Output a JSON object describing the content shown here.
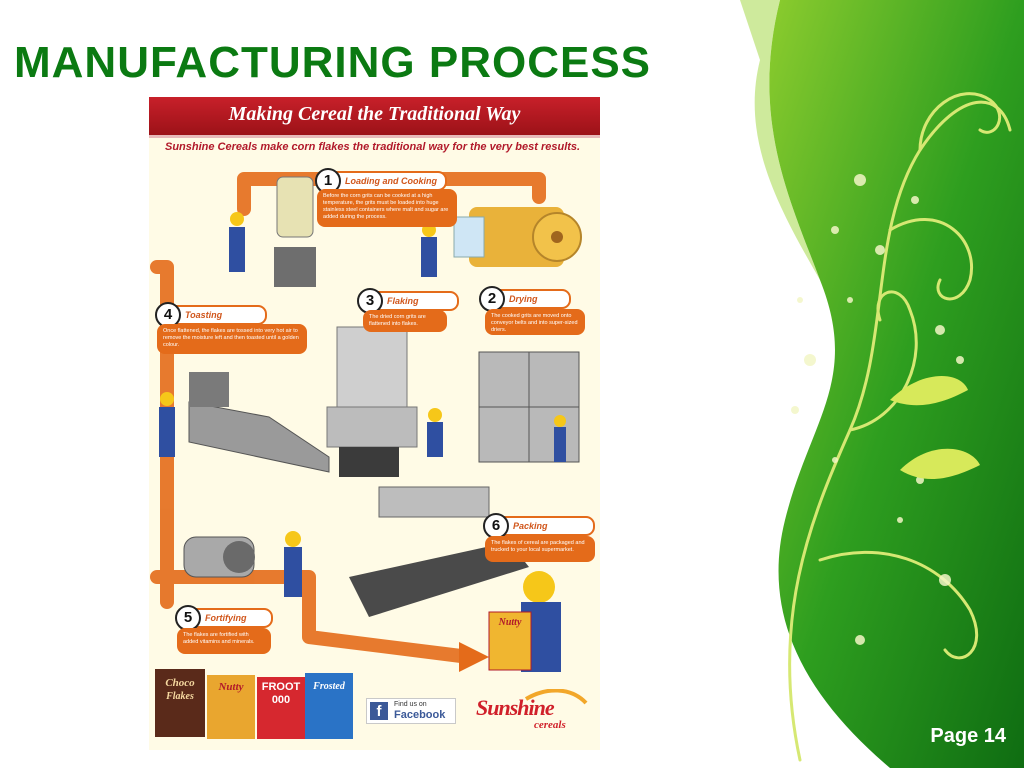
{
  "slide": {
    "title": "MANUFACTURING PROCESS",
    "page_label": "Page 14"
  },
  "poster": {
    "heading": "Making Cereal the Traditional Way",
    "subheading": "Sunshine Cereals make corn flakes the traditional way for the very best results.",
    "steps": [
      {
        "number": "1",
        "label": "Loading and Cooking",
        "text": "Before the corn grits can be cooked at a high temperature, the grits must be loaded into huge stainless steel containers where malt and sugar are added during the process."
      },
      {
        "number": "2",
        "label": "Drying",
        "text": "The cooked grits are moved onto conveyor belts and into super-sized driers."
      },
      {
        "number": "3",
        "label": "Flaking",
        "text": "The dried corn grits are flattened into flakes."
      },
      {
        "number": "4",
        "label": "Toasting",
        "text": "Once flattened, the flakes are tossed into very hot air to remove the moisture left and then toasted until a golden colour."
      },
      {
        "number": "5",
        "label": "Fortifying",
        "text": "The flakes are fortified with added vitamins and minerals."
      },
      {
        "number": "6",
        "label": "Packing",
        "text": "The flakes of cereal are packaged and trucked to your local supermarket."
      }
    ],
    "facebook": {
      "icon": "f",
      "line1": "Find us on",
      "line2": "Facebook"
    },
    "brand": {
      "name": "Sunshine",
      "tagline": "cereals"
    },
    "boxes": [
      {
        "name": "Choco",
        "sub": "Flakes"
      },
      {
        "name": "Nutty",
        "sub": ""
      },
      {
        "name": "FROOT",
        "sub": "000"
      },
      {
        "name": "Frosted",
        "sub": ""
      }
    ],
    "held_box": "Nutty"
  },
  "colors": {
    "title_green": "#0b7a12",
    "banner_red": "#b1192a",
    "step_orange": "#e46b1a",
    "facebook_blue": "#3b5998",
    "panel_green": "#2e9e1f"
  }
}
